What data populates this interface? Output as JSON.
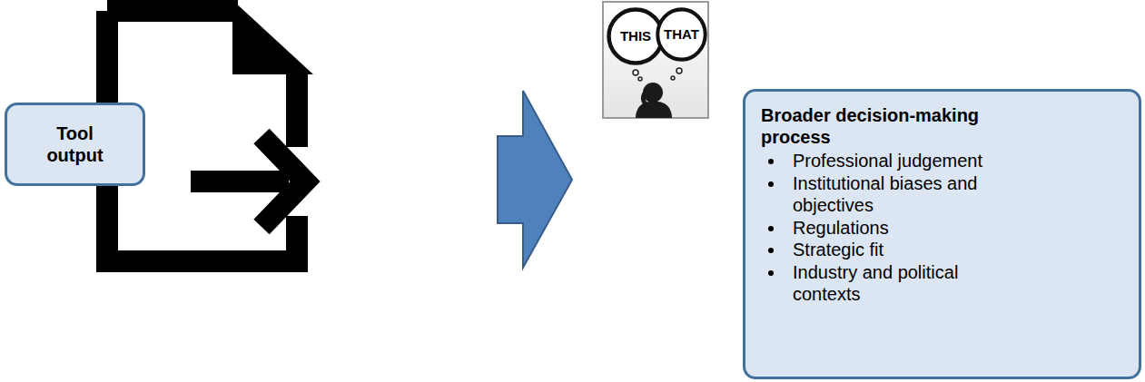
{
  "diagram": {
    "nodes": [
      {
        "text": [
          "Tool output"
        ]
      },
      {
        "text": [
          "THIS"
        ]
      },
      {
        "text": [
          "THAT"
        ]
      },
      {
        "text": [
          "Broader decision-making process",
          "Professional judgement",
          "Institutional biases and objectives",
          "Regulations",
          "Strategic fit",
          "Industry and political contexts"
        ]
      }
    ]
  }
}
